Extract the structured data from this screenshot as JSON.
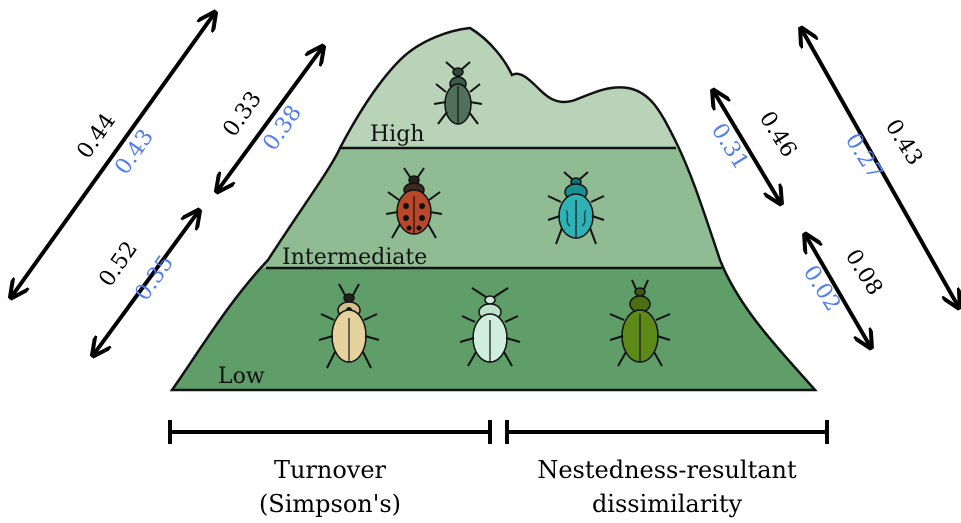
{
  "zones": {
    "high": "High",
    "intermediate": "Intermediate",
    "low": "Low"
  },
  "colors": {
    "high_zone": "#b9d3b9",
    "intermediate_zone": "#8fbc93",
    "low_zone": "#5f9d69",
    "dark_value": "#000000",
    "blue_value": "#4f7df3"
  },
  "arrows": {
    "low_to_high": {
      "dark": "0.44",
      "blue": "0.43"
    },
    "intermediate_to_high": {
      "dark": "0.33",
      "blue": "0.38"
    },
    "low_to_intermediate": {
      "dark": "0.52",
      "blue": "0.35"
    },
    "right_intermediate_to_high": {
      "dark": "0.46",
      "blue": "0.31"
    },
    "right_low_to_high": {
      "dark": "0.43",
      "blue": "0.27"
    },
    "right_low_to_intermediate": {
      "dark": "0.08",
      "blue": "0.02"
    }
  },
  "beetles": {
    "high": [
      "beetle-icon"
    ],
    "intermediate": [
      "beetle-icon",
      "beetle-icon"
    ],
    "low": [
      "beetle-icon",
      "beetle-icon",
      "beetle-icon"
    ]
  },
  "captions": {
    "turnover_line1": "Turnover",
    "turnover_line2": "(Simpson's)",
    "nestedness_line1": "Nestedness-resultant",
    "nestedness_line2": "dissimilarity"
  }
}
